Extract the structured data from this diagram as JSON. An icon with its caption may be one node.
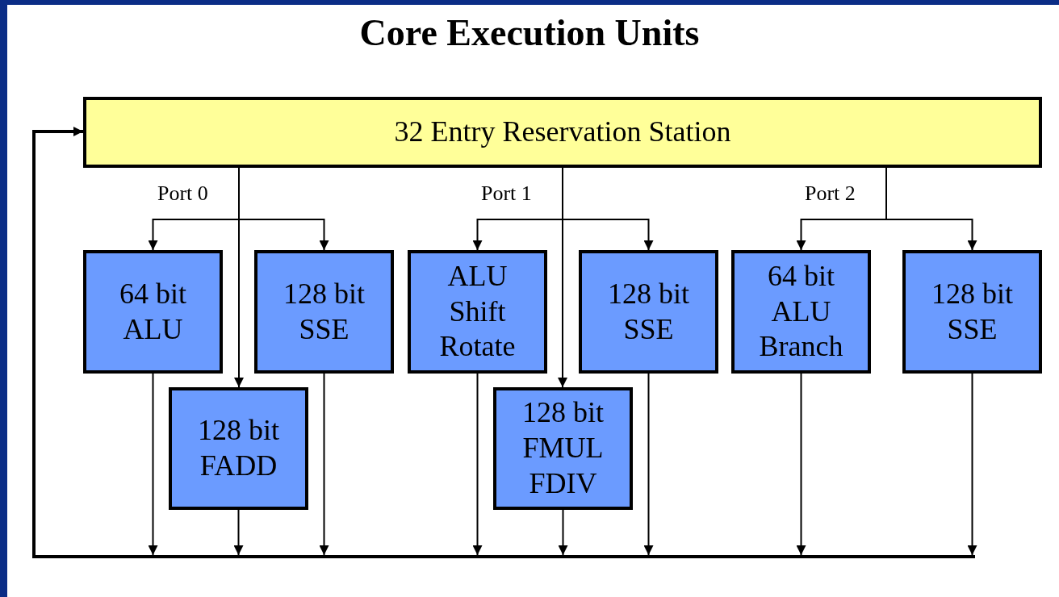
{
  "diagram": {
    "title": "Core Execution Units",
    "nodes": [
      {
        "text": [
          "32 Entry Reservation Station"
        ]
      },
      {
        "text": [
          "64 bit ALU"
        ]
      },
      {
        "text": [
          "128 bit SSE"
        ]
      },
      {
        "text": [
          "ALU Shift Rotate"
        ]
      },
      {
        "text": [
          "128 bit SSE"
        ]
      },
      {
        "text": [
          "64 bit ALU Branch"
        ]
      },
      {
        "text": [
          "128 bit SSE"
        ]
      },
      {
        "text": [
          "128 bit FADD"
        ]
      },
      {
        "text": [
          "128 bit FMUL FDIV"
        ]
      },
      {
        "text": [],
        "shape": "bar"
      }
    ],
    "edges": [
      {
        "from": 0,
        "to": 1,
        "arrow": "to"
      },
      {
        "from": 0,
        "to": 7,
        "arrow": "to",
        "label": "Port 0"
      },
      {
        "from": 0,
        "to": 2,
        "arrow": "to"
      },
      {
        "from": 0,
        "to": 3,
        "arrow": "to"
      },
      {
        "from": 0,
        "to": 8,
        "arrow": "to",
        "label": "Port 1"
      },
      {
        "from": 0,
        "to": 4,
        "arrow": "to"
      },
      {
        "from": 0,
        "to": 5,
        "arrow": "to",
        "label": "Port 2"
      },
      {
        "from": 0,
        "to": 6,
        "arrow": "to"
      },
      {
        "from": 1,
        "to": 9,
        "arrow": "to"
      },
      {
        "from": 7,
        "to": 9,
        "arrow": "to"
      },
      {
        "from": 2,
        "to": 9,
        "arrow": "to"
      },
      {
        "from": 3,
        "to": 9,
        "arrow": "to"
      },
      {
        "from": 8,
        "to": 9,
        "arrow": "to"
      },
      {
        "from": 4,
        "to": 9,
        "arrow": "to"
      },
      {
        "from": 5,
        "to": 9,
        "arrow": "to"
      },
      {
        "from": 6,
        "to": 9,
        "arrow": "to"
      },
      {
        "from": 9,
        "to": 0,
        "arrow": "to",
        "style": "thick"
      }
    ]
  }
}
